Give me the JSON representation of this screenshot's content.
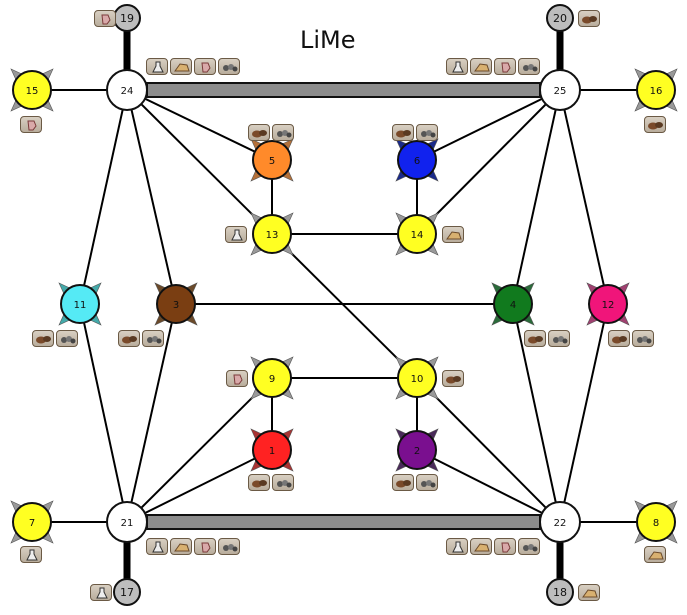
{
  "title": "LiMe",
  "nodes": [
    {
      "id": "1",
      "label": "1",
      "color": "#ff2222"
    },
    {
      "id": "2",
      "label": "2",
      "color": "#7a0f8f"
    },
    {
      "id": "3",
      "label": "3",
      "color": "#7a3e12"
    },
    {
      "id": "4",
      "label": "4",
      "color": "#117a1e"
    },
    {
      "id": "5",
      "label": "5",
      "color": "#ff8a2a"
    },
    {
      "id": "6",
      "label": "6",
      "color": "#1122ee"
    },
    {
      "id": "7",
      "label": "7",
      "color": "#ffff22"
    },
    {
      "id": "8",
      "label": "8",
      "color": "#ffff22"
    },
    {
      "id": "9",
      "label": "9",
      "color": "#ffff22"
    },
    {
      "id": "10",
      "label": "10",
      "color": "#ffff22"
    },
    {
      "id": "11",
      "label": "11",
      "color": "#55eaf5"
    },
    {
      "id": "12",
      "label": "12",
      "color": "#f0157a"
    },
    {
      "id": "13",
      "label": "13",
      "color": "#ffff22"
    },
    {
      "id": "14",
      "label": "14",
      "color": "#ffff22"
    },
    {
      "id": "15",
      "label": "15",
      "color": "#ffff22"
    },
    {
      "id": "16",
      "label": "16",
      "color": "#ffff22"
    },
    {
      "id": "17",
      "label": "17",
      "color": "#bdbdbd"
    },
    {
      "id": "18",
      "label": "18",
      "color": "#bdbdbd"
    },
    {
      "id": "19",
      "label": "19",
      "color": "#bdbdbd"
    },
    {
      "id": "20",
      "label": "20",
      "color": "#bdbdbd"
    },
    {
      "id": "21",
      "label": "21",
      "color": "#ffffff"
    },
    {
      "id": "22",
      "label": "22",
      "color": "#ffffff"
    },
    {
      "id": "24",
      "label": "24",
      "color": "#ffffff"
    },
    {
      "id": "25",
      "label": "25",
      "color": "#ffffff"
    }
  ],
  "resource_icons": [
    "ore-icon",
    "crystal-icon",
    "flask-icon",
    "fist-icon"
  ]
}
